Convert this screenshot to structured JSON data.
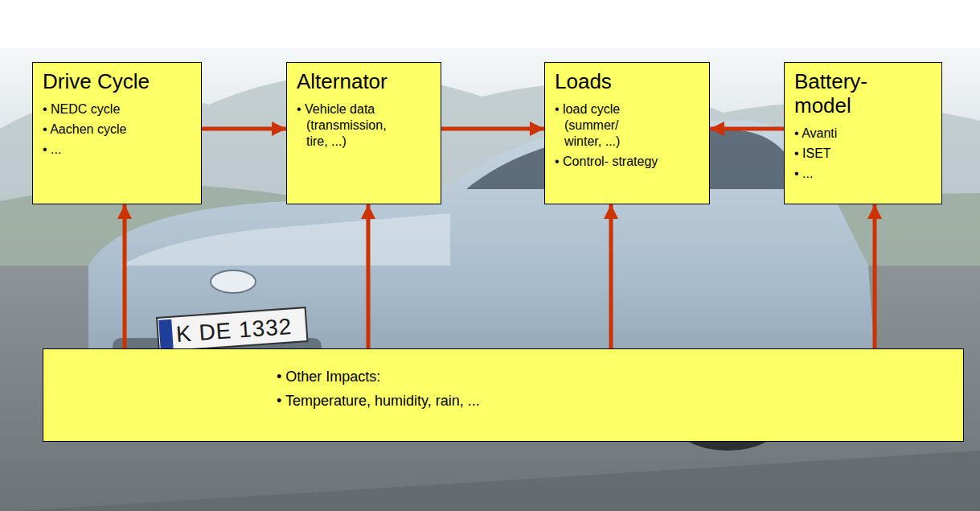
{
  "diagram": {
    "nodes": [
      {
        "text": [
          "Drive Cycle",
          "• NEDC cycle",
          "• Aachen cycle",
          "• ..."
        ]
      },
      {
        "text": [
          "Alternator",
          "• Vehicle data (transmission, tire, ...)"
        ]
      },
      {
        "text": [
          "Loads",
          "• load cycle (summer/ winter, ...)",
          "• Control- strategy"
        ]
      },
      {
        "text": [
          "Battery- model",
          "• Avanti",
          "• ISET",
          "• ..."
        ]
      },
      {
        "text": [
          "• Other Impacts:",
          "• Temperature, humidity, rain, ..."
        ]
      }
    ],
    "edges": [
      {
        "from": 0,
        "to": 1,
        "arrow": "to"
      },
      {
        "from": 1,
        "to": 2,
        "arrow": "to"
      },
      {
        "from": 3,
        "to": 2,
        "arrow": "to"
      },
      {
        "from": 4,
        "to": 0,
        "arrow": "to"
      },
      {
        "from": 4,
        "to": 1,
        "arrow": "to"
      },
      {
        "from": 4,
        "to": 2,
        "arrow": "to"
      },
      {
        "from": 4,
        "to": 3,
        "arrow": "to"
      }
    ],
    "labels": [
      "K DE 1332"
    ]
  }
}
